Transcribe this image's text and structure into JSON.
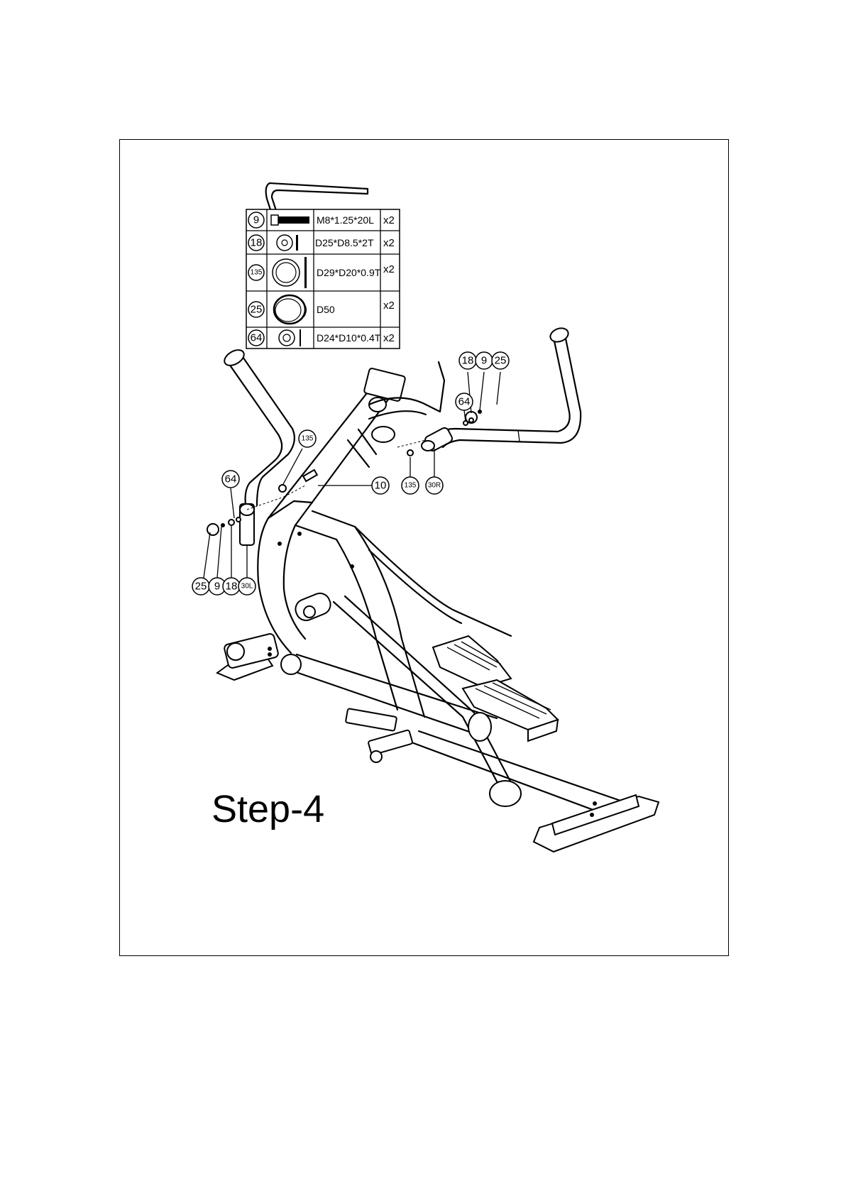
{
  "page": {
    "step_title": "Step-4"
  },
  "hardware": [
    {
      "part": "9",
      "spec": "M8*1.25*20L",
      "qty": "x2",
      "icon": "bolt-icon"
    },
    {
      "part": "18",
      "spec": "D25*D8.5*2T",
      "qty": "x2",
      "icon": "flat-washer-icon"
    },
    {
      "part": "135",
      "spec": "D29*D20*0.9T",
      "qty": "x2",
      "icon": "wave-washer-icon"
    },
    {
      "part": "25",
      "spec": "D50",
      "qty": "x2",
      "icon": "end-cap-icon"
    },
    {
      "part": "64",
      "spec": "D24*D10*0.4T",
      "qty": "x2",
      "icon": "thin-washer-icon"
    }
  ],
  "callouts": {
    "right_18": "18",
    "right_9": "9",
    "right_25": "25",
    "right_64": "64",
    "right_135": "135",
    "right_30r": "30R",
    "frame_10": "10",
    "left_135": "135",
    "left_64": "64",
    "left_25": "25",
    "left_9": "9",
    "left_18": "18",
    "left_30l": "30L"
  },
  "tool": {
    "icon": "allen-wrench-icon"
  }
}
